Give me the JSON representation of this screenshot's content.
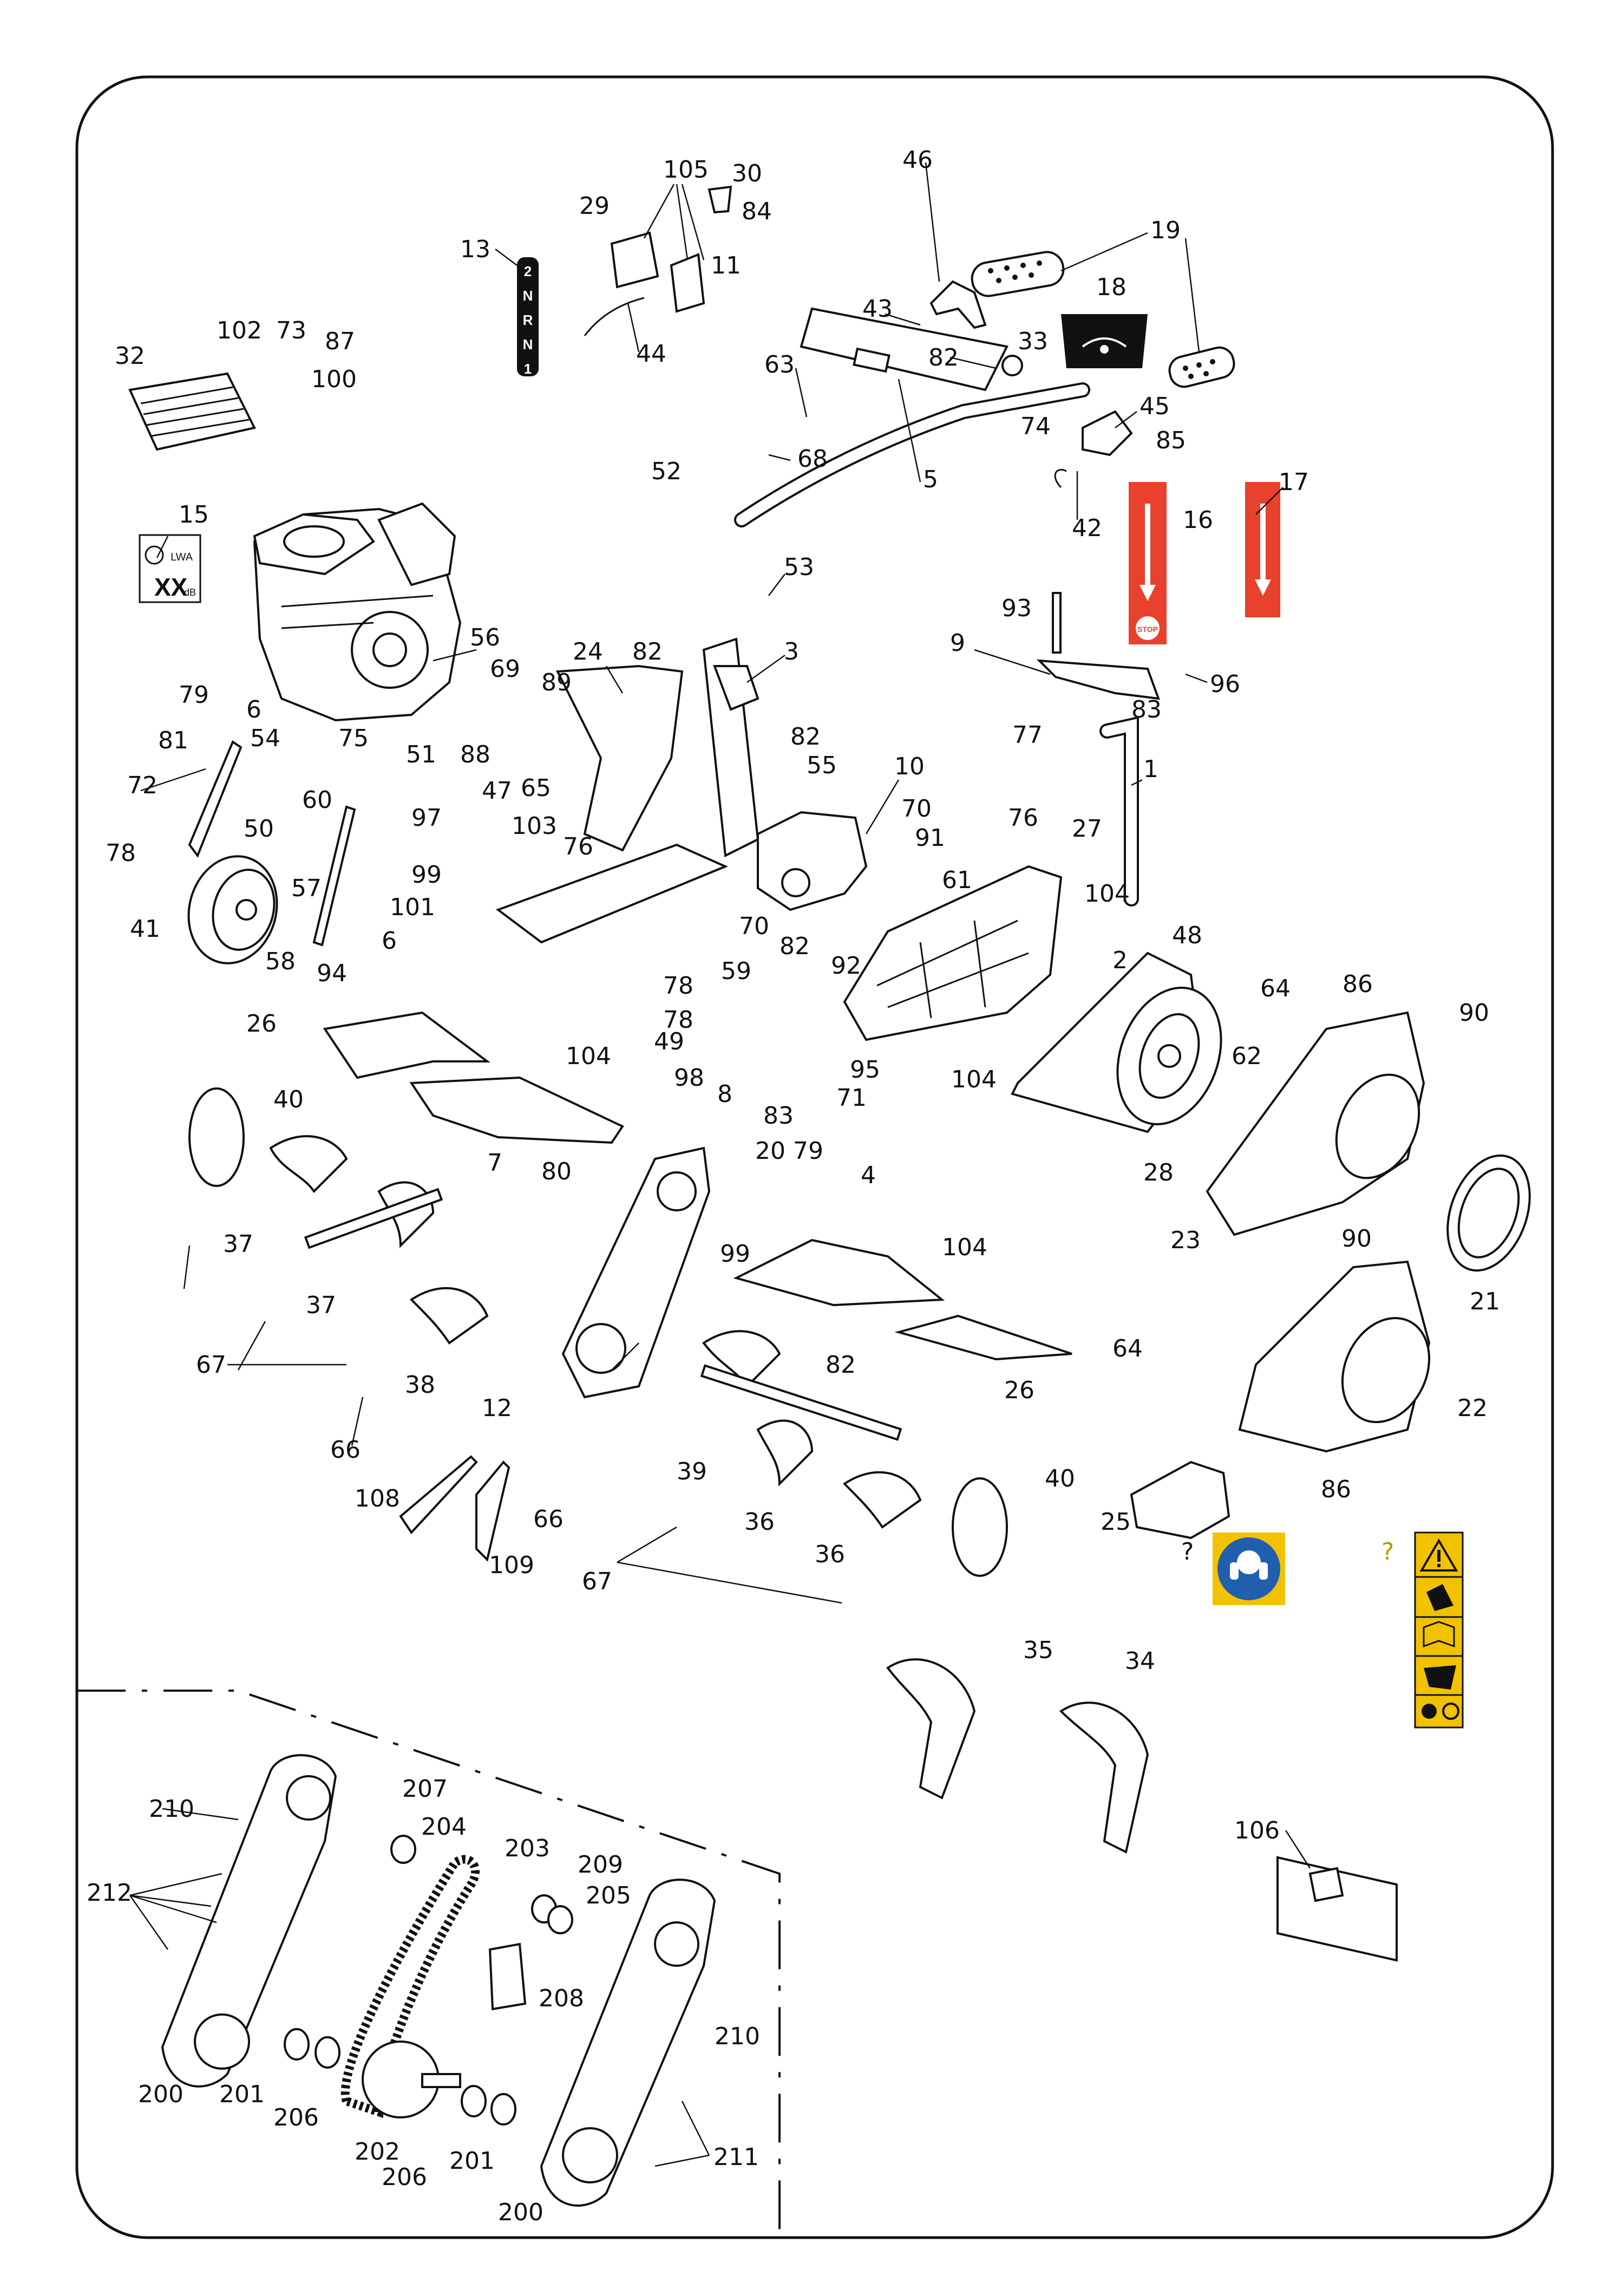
{
  "labels": [
    {
      "text": "105"
    },
    {
      "text": "30"
    },
    {
      "text": "84"
    },
    {
      "text": "29"
    },
    {
      "text": "11"
    },
    {
      "text": "46"
    },
    {
      "text": "19"
    },
    {
      "text": "13"
    },
    {
      "text": "44"
    },
    {
      "text": "18"
    },
    {
      "text": "43"
    },
    {
      "text": "82"
    },
    {
      "text": "33"
    },
    {
      "text": "102"
    },
    {
      "text": "73"
    },
    {
      "text": "87"
    },
    {
      "text": "32"
    },
    {
      "text": "100"
    },
    {
      "text": "63"
    },
    {
      "text": "74"
    },
    {
      "text": "45"
    },
    {
      "text": "85"
    },
    {
      "text": "68"
    },
    {
      "text": "52"
    },
    {
      "text": "5"
    },
    {
      "text": "42"
    },
    {
      "text": "16"
    },
    {
      "text": "17"
    },
    {
      "text": "15"
    },
    {
      "text": "53"
    },
    {
      "text": "93"
    },
    {
      "text": "9"
    },
    {
      "text": "96"
    },
    {
      "text": "56"
    },
    {
      "text": "24"
    },
    {
      "text": "82"
    },
    {
      "text": "3"
    },
    {
      "text": "69"
    },
    {
      "text": "89"
    },
    {
      "text": "83"
    },
    {
      "text": "77"
    },
    {
      "text": "79"
    },
    {
      "text": "6"
    },
    {
      "text": "81"
    },
    {
      "text": "54"
    },
    {
      "text": "75"
    },
    {
      "text": "51"
    },
    {
      "text": "88"
    },
    {
      "text": "47"
    },
    {
      "text": "65"
    },
    {
      "text": "82"
    },
    {
      "text": "55"
    },
    {
      "text": "10"
    },
    {
      "text": "1"
    },
    {
      "text": "72"
    },
    {
      "text": "103"
    },
    {
      "text": "76"
    },
    {
      "text": "70"
    },
    {
      "text": "91"
    },
    {
      "text": "76"
    },
    {
      "text": "27"
    },
    {
      "text": "60"
    },
    {
      "text": "97"
    },
    {
      "text": "50"
    },
    {
      "text": "78"
    },
    {
      "text": "99"
    },
    {
      "text": "57"
    },
    {
      "text": "101"
    },
    {
      "text": "41"
    },
    {
      "text": "6"
    },
    {
      "text": "58"
    },
    {
      "text": "94"
    },
    {
      "text": "61"
    },
    {
      "text": "104"
    },
    {
      "text": "70"
    },
    {
      "text": "82"
    },
    {
      "text": "48"
    },
    {
      "text": "92"
    },
    {
      "text": "2"
    },
    {
      "text": "86"
    },
    {
      "text": "64"
    },
    {
      "text": "90"
    },
    {
      "text": "59"
    },
    {
      "text": "78"
    },
    {
      "text": "78"
    },
    {
      "text": "62"
    },
    {
      "text": "26"
    },
    {
      "text": "104"
    },
    {
      "text": "49"
    },
    {
      "text": "95"
    },
    {
      "text": "104"
    },
    {
      "text": "98"
    },
    {
      "text": "8"
    },
    {
      "text": "71"
    },
    {
      "text": "83"
    },
    {
      "text": "40"
    },
    {
      "text": "20"
    },
    {
      "text": "79"
    },
    {
      "text": "28"
    },
    {
      "text": "80"
    },
    {
      "text": "7"
    },
    {
      "text": "4"
    },
    {
      "text": "37"
    },
    {
      "text": "104"
    },
    {
      "text": "99"
    },
    {
      "text": "23"
    },
    {
      "text": "90"
    },
    {
      "text": "37"
    },
    {
      "text": "21"
    },
    {
      "text": "67"
    },
    {
      "text": "38"
    },
    {
      "text": "82"
    },
    {
      "text": "64"
    },
    {
      "text": "12"
    },
    {
      "text": "26"
    },
    {
      "text": "22"
    },
    {
      "text": "66"
    },
    {
      "text": "39"
    },
    {
      "text": "36"
    },
    {
      "text": "40"
    },
    {
      "text": "108"
    },
    {
      "text": "66"
    },
    {
      "text": "25"
    },
    {
      "text": "86"
    },
    {
      "text": "109"
    },
    {
      "text": "36"
    },
    {
      "text": "67"
    },
    {
      "text": "?"
    },
    {
      "text": "?"
    },
    {
      "text": "35"
    },
    {
      "text": "34"
    },
    {
      "text": "210"
    },
    {
      "text": "207"
    },
    {
      "text": "204"
    },
    {
      "text": "203"
    },
    {
      "text": "209"
    },
    {
      "text": "212"
    },
    {
      "text": "205"
    },
    {
      "text": "106"
    },
    {
      "text": "208"
    },
    {
      "text": "210"
    },
    {
      "text": "200"
    },
    {
      "text": "201"
    },
    {
      "text": "206"
    },
    {
      "text": "202"
    },
    {
      "text": "206"
    },
    {
      "text": "201"
    },
    {
      "text": "211"
    },
    {
      "text": "200"
    }
  ],
  "decals": {
    "shift_plate": [
      "2",
      "N",
      "R",
      "N",
      "1"
    ],
    "stop_label": "STOP",
    "noise_label": {
      "line1": "LWA",
      "line2": "XX",
      "unit": "dB"
    }
  },
  "colors": {
    "red_decal": "#e8412d",
    "yellow_decal": "#f2c200",
    "blue_decal": "#1f5fae",
    "black_decal": "#111111"
  },
  "icons": [
    "ear-protection-icon",
    "warning-triangle-icon",
    "read-manual-icon",
    "hand-hazard-icon",
    "rotating-tine-hazard-icon",
    "fuel-hazard-icon"
  ]
}
